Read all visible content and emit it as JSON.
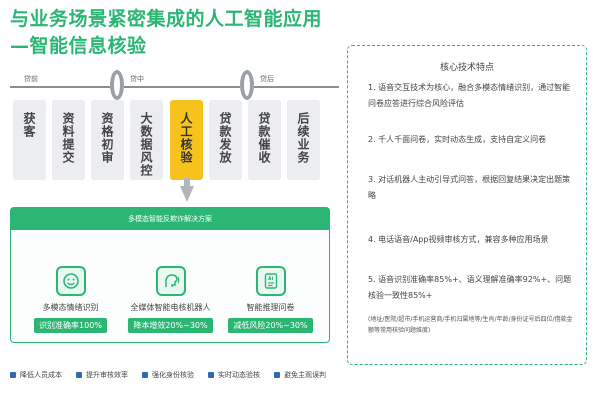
{
  "title": {
    "line1": "与业务场景紧密集成的人工智能应用",
    "line2": "—智能信息核验"
  },
  "timeline": {
    "phases": [
      "贷前",
      "贷中",
      "贷后"
    ],
    "stages": [
      "获客",
      "资料提交",
      "资格初审",
      "大数据风控",
      "人工核验",
      "贷款发放",
      "贷款催收",
      "后续业务"
    ],
    "active_stage": "人工核验"
  },
  "solution": {
    "header": "多模态智能反欺诈解决方案",
    "cards": [
      {
        "name": "多模态情绪识别",
        "stat": "识别准确率100%",
        "icon": "emotion-recognition-icon"
      },
      {
        "name": "全媒体智能电核机器人",
        "stat": "降本增效20%~30%",
        "icon": "voice-robot-icon"
      },
      {
        "name": "智能推理问卷",
        "stat": "减低风险20%~30%",
        "icon": "ai-document-icon"
      }
    ]
  },
  "benefits": [
    "降低人员成本",
    "提升审核效率",
    "强化身份核验",
    "实时动态验核",
    "避免主观误判"
  ],
  "features": {
    "title": "核心技术特点",
    "items": [
      "1. 语音交互技术为核心，融合多模态情绪识别，通过智能问卷应答进行综合风险评估",
      "2. 千人千面问卷，实时动态生成，支持自定义问卷",
      "3. 对话机器人主动引导式问答，根据回复结果决定出题策略",
      "4. 电话语音/App视频审核方式，兼容多种应用场景",
      "5. 语音识别准确率85%+、语义理解准确率92%+、问题核验一致性85%+"
    ],
    "note": "(地址/医院/超市/手机运营商/手机归属地等/生肖/年龄/身份证号后四位/借款金额等常用核验问题维度)"
  },
  "colors": {
    "brand_green": "#2bb673",
    "highlight_yellow": "#f7c21c",
    "stage_gray": "#ebedf0",
    "bullet_blue": "#2b6cb0"
  }
}
